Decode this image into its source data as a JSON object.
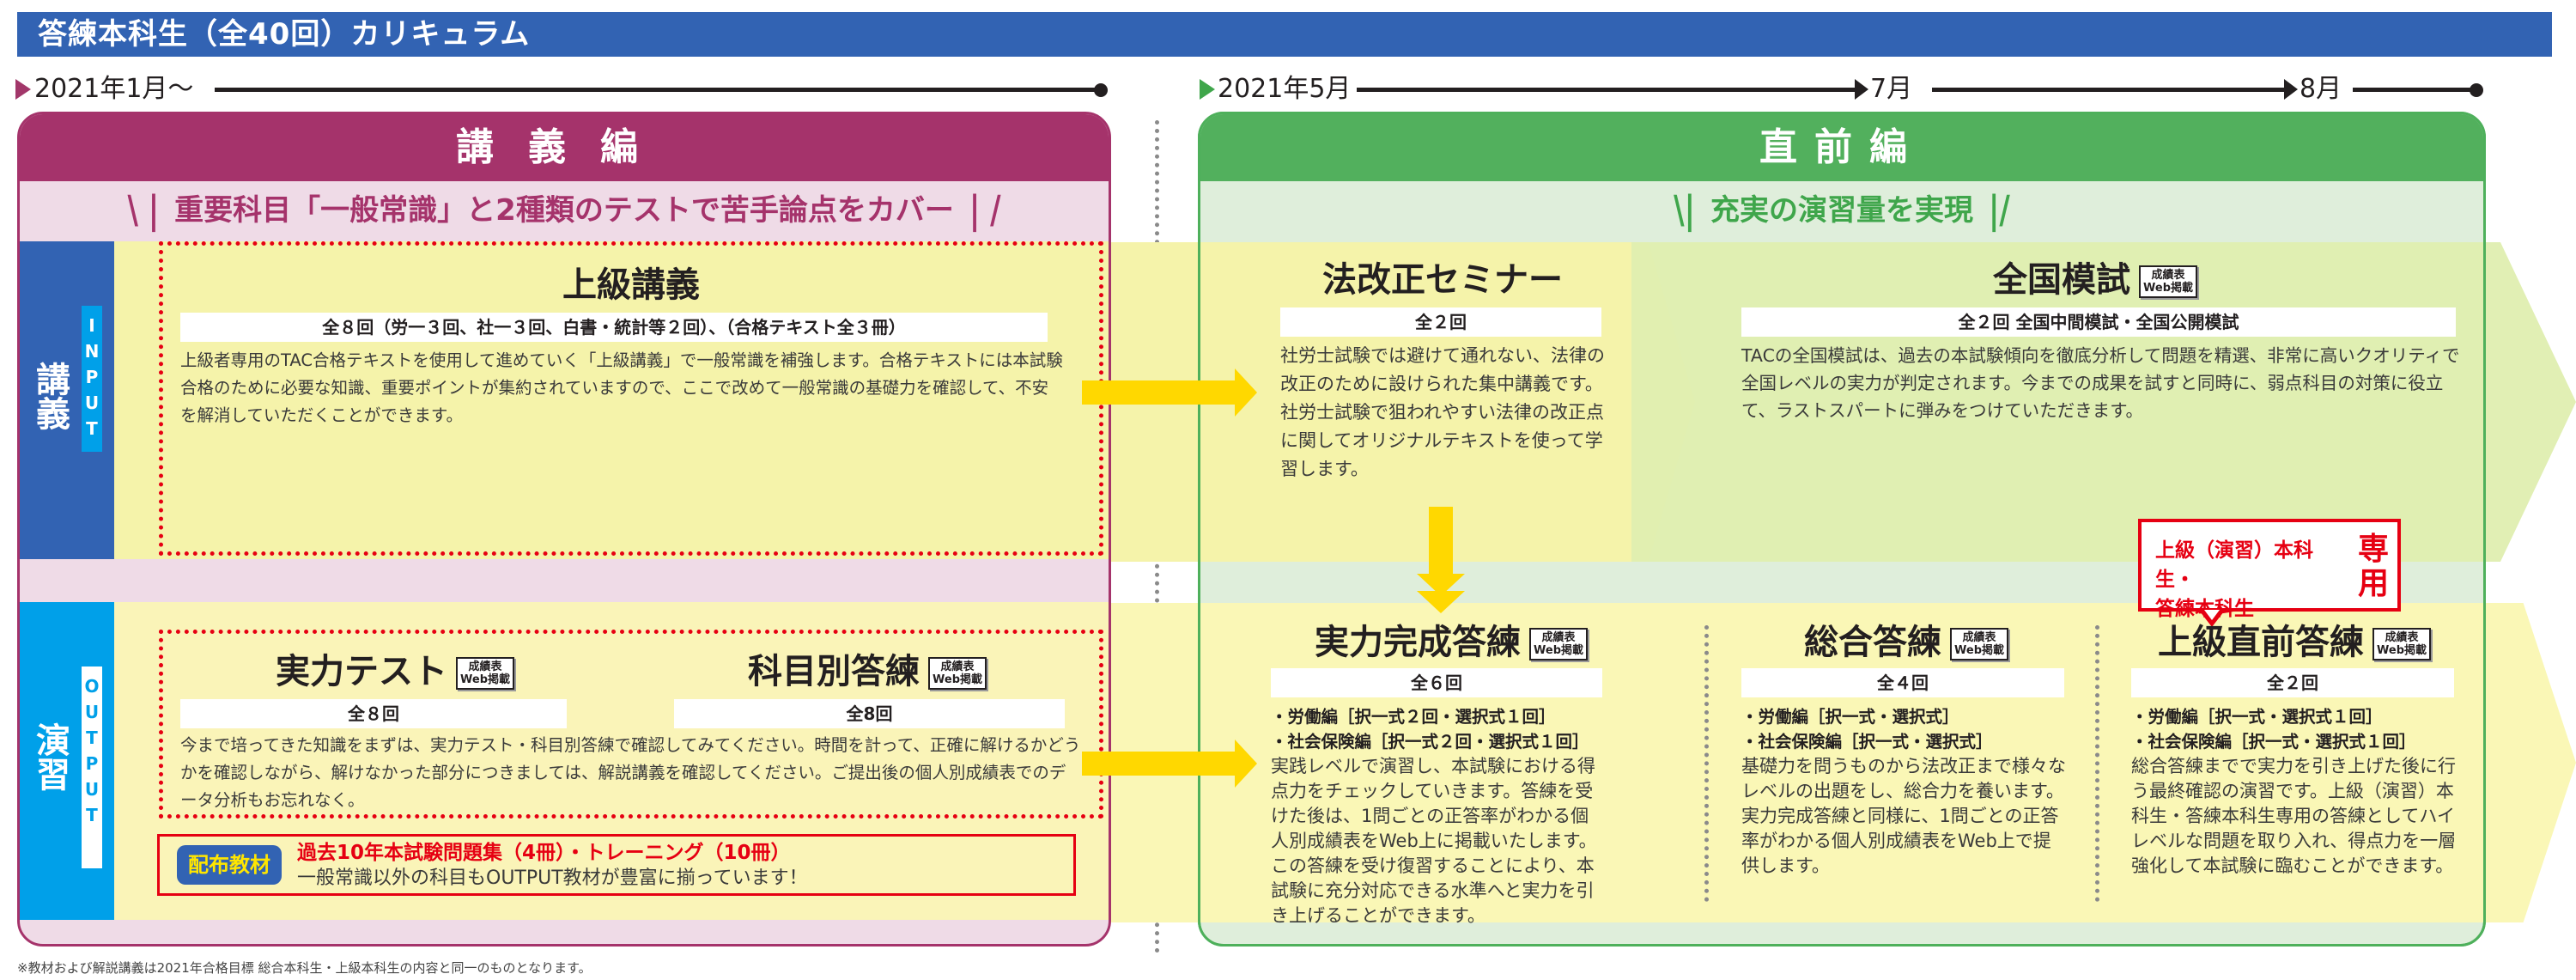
{
  "title": "答練本科生（全40回）カリキュラム",
  "timeline": {
    "left_start": "2021年1月～",
    "right_start": "2021年5月",
    "right_mid": "7月",
    "right_end": "8月"
  },
  "colors": {
    "title_bar": "#3263b3",
    "lecture_theme": "#a5336b",
    "final_theme": "#52b05d",
    "input_tag": "#00a0e9",
    "arrow": "#ffd800",
    "dotted_frame": "#e60012"
  },
  "lecture_section": {
    "heading": "講義編",
    "tagline": "重要科目「一般常識」と2種類のテストで苦手論点をカバー",
    "input_row": {
      "side_label": "講義",
      "side_tag": "INPUT",
      "course": {
        "title": "上級講義",
        "count": "全８回（労一３回、社一３回、白書・統計等２回）、（合格テキスト全３冊）",
        "description": "上級者専用のTAC合格テキストを使用して進めていく「上級講義」で一般常識を補強します。合格テキストには本試験合格のために必要な知識、重要ポイントが集約されていますので、ここで改めて一般常識の基礎力を確認して、不安を解消していただくことができます。"
      }
    },
    "output_row": {
      "side_label": "演習",
      "side_tag": "OUTPUT",
      "courses": [
        {
          "title": "実力テスト",
          "badge": "成績表 Web掲載",
          "count": "全８回"
        },
        {
          "title": "科目別答練",
          "badge": "成績表 Web掲載",
          "count": "全8回"
        }
      ],
      "description": "今まで培ってきた知識をまずは、実力テスト・科目別答練で確認してみてください。時間を計って、正確に解けるかどうかを確認しながら、解けなかった部分につきましては、解説講義を確認してください。ご提出後の個人別成績表でのデータ分析もお忘れなく。",
      "materials": {
        "badge": "配布教材",
        "title": "過去10年本試験問題集（4冊）・トレーニング（10冊）",
        "subtitle": "一般常識以外の科目もOUTPUT教材が豊富に揃っています！"
      }
    }
  },
  "final_section": {
    "heading": "直前編",
    "tagline": "充実の演習量を実現",
    "input_row": [
      {
        "title": "法改正セミナー",
        "count": "全２回",
        "description": "社労士試験では避けて通れない、法律の改正のために設けられた集中講義です。社労士試験で狙われやすい法律の改正点に関してオリジナルテキストを使って学習します。"
      },
      {
        "title": "全国模試",
        "badge": "成績表 Web掲載",
        "count": "全２回 全国中間模試・全国公開模試",
        "description": "TACの全国模試は、過去の本試験傾向を徹底分析して問題を精選、非常に高いクオリティで全国レベルの実力が判定されます。今までの成果を試すと同時に、弱点科目の対策に役立て、ラストスパートに弾みをつけていただきます。"
      }
    ],
    "output_row": [
      {
        "title": "実力完成答練",
        "badge": "成績表 Web掲載",
        "count": "全６回",
        "bullets": [
          "・労働編［択一式２回・選択式１回］",
          "・社会保険編［択一式２回・選択式１回］"
        ],
        "description": "実践レベルで演習し、本試験における得点力をチェックしていきます。答練を受けた後は、1問ごとの正答率がわかる個人別成績表をWeb上に掲載いたします。この答練を受け復習することにより、本試験に充分対応できる水準へと実力を引き上げることができます。"
      },
      {
        "title": "総合答練",
        "badge": "成績表 Web掲載",
        "count": "全４回",
        "bullets": [
          "・労働編［択一式・選択式］",
          "・社会保険編［択一式・選択式］"
        ],
        "description": "基礎力を問うものから法改正まで様々なレベルの出題をし、総合力を養います。実力完成答練と同様に、1問ごとの正答率がわかる個人別成績表をWeb上で提供します。"
      },
      {
        "title": "上級直前答練",
        "badge": "成績表 Web掲載",
        "count": "全２回",
        "bullets": [
          "・労働編［択一式・選択式１回］",
          "・社会保険編［択一式・選択式１回］"
        ],
        "description": "総合答練までで実力を引き上げた後に行う最終確認の演習です。上級（演習）本科生・答練本科生専用の答練としてハイレベルな問題を取り入れ、得点力を一層強化して本試験に臨むことができます。",
        "callout": {
          "text_line1": "上級（演習）本科生・",
          "text_line2": "答練本科生",
          "emphasis": "専用"
        }
      }
    ]
  },
  "badge_lines": [
    "成績表",
    "Web掲載"
  ],
  "footnote": "※教材および解説講義は2021年合格目標 総合本科生・上級本科生の内容と同一のものとなります。"
}
